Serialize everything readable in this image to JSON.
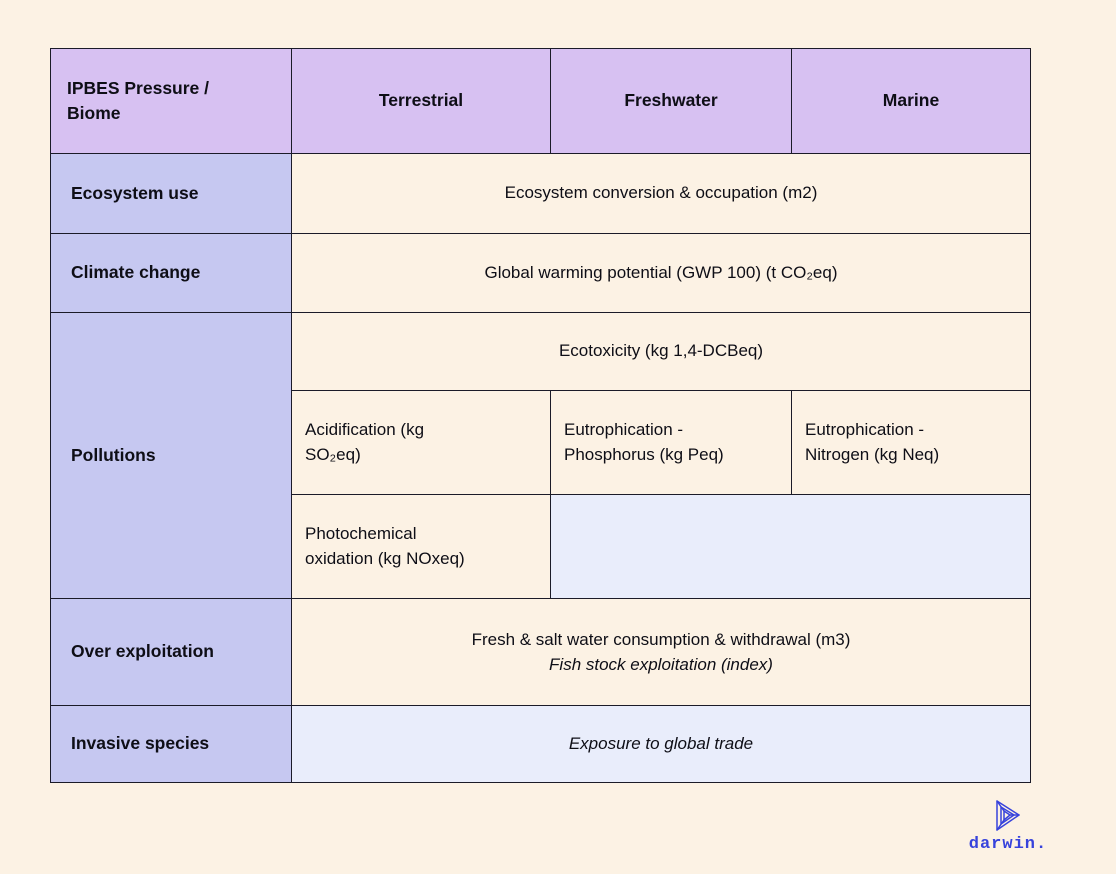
{
  "page": {
    "background_color": "#fcf2e4",
    "border_color": "#1b1b28",
    "header_bg": "#d7c1f2",
    "row_label_bg": "#c6c8f1",
    "cell_bg": "#fcf2e4",
    "highlight_bg": "#e9edfb"
  },
  "table": {
    "header": {
      "corner": " IPBES Pressure /\nBiome",
      "columns": [
        "Terrestrial",
        "Freshwater",
        "Marine"
      ]
    },
    "rows": {
      "ecosystem_use": {
        "label": "Ecosystem use",
        "value": "Ecosystem conversion & occupation (m2)"
      },
      "climate_change": {
        "label": "Climate change",
        "value": "Global warming potential (GWP 100) (t CO₂eq)"
      },
      "pollutions": {
        "label": "Pollutions",
        "ecotoxicity": "Ecotoxicity (kg 1,4-DCBeq)",
        "acidification": "Acidification (kg\nSO₂eq)",
        "eutrophication_phosphorus": "Eutrophication -\nPhosphorus (kg Peq)",
        "eutrophication_nitrogen": "Eutrophication -\nNitrogen (kg Neq)",
        "photochemical": "Photochemical\noxidation (kg NOxeq)"
      },
      "over_exploitation": {
        "label": "Over exploitation",
        "line1": "Fresh & salt water consumption & withdrawal (m3)",
        "line2": "Fish stock exploitation (index)"
      },
      "invasive_species": {
        "label": "Invasive species",
        "value": "Exposure to global trade"
      }
    }
  },
  "logo": {
    "text": "darwin.",
    "color": "#3743dc",
    "icon": "darwin-prism-icon"
  }
}
